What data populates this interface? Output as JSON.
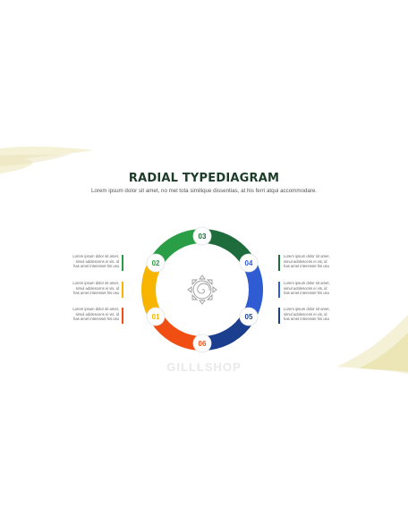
{
  "title": "RADIAL TYPEDIAGRAM",
  "subtitle": "Lorem ipsum dolor sit amet, no mel tota similique dissentias, at his ferri atqui accommodare.",
  "watermark": "GILLLSHOP",
  "segments": [
    {
      "number": "01",
      "color": "#f7b500"
    },
    {
      "number": "02",
      "color": "#2a9d47"
    },
    {
      "number": "03",
      "color": "#1e6b3b"
    },
    {
      "number": "04",
      "color": "#2f5bd3"
    },
    {
      "number": "05",
      "color": "#1c3e8f"
    },
    {
      "number": "06",
      "color": "#f04e12"
    }
  ],
  "left_notes": [
    {
      "lines": [
        "Lorem  ipsum dolor sit amet,",
        "simul adolescens ei vis, id",
        "has amet interesset  his  usu"
      ],
      "color": "#2a9d47"
    },
    {
      "lines": [
        "Lorem  ipsum dolor sit amet,",
        "simul adolescens ei vis, id",
        "has amet interesset  his  usu"
      ],
      "color": "#f7b500"
    },
    {
      "lines": [
        "Lorem  ipsum dolor sit amet,",
        "simul adolescens ei vis, id",
        "has amet interesset  his  usu"
      ],
      "color": "#f04e12"
    }
  ],
  "right_notes": [
    {
      "lines": [
        "Lorem  ipsum dolor sit amet,",
        "simul adolescens ei vis, id",
        "has amet interesset  his  usu"
      ],
      "color": "#1e6b3b"
    },
    {
      "lines": [
        "Lorem  ipsum dolor sit amet,",
        "simul adolescens ei vis, id",
        "has amet interesset  his  usu"
      ],
      "color": "#2f5bd3"
    },
    {
      "lines": [
        "Lorem  ipsum dolor sit amet,",
        "simul adolescens ei vis, id",
        "has amet interesset  his  usu"
      ],
      "color": "#1c3e8f"
    }
  ],
  "center_icon": "sun-spiral-icon"
}
